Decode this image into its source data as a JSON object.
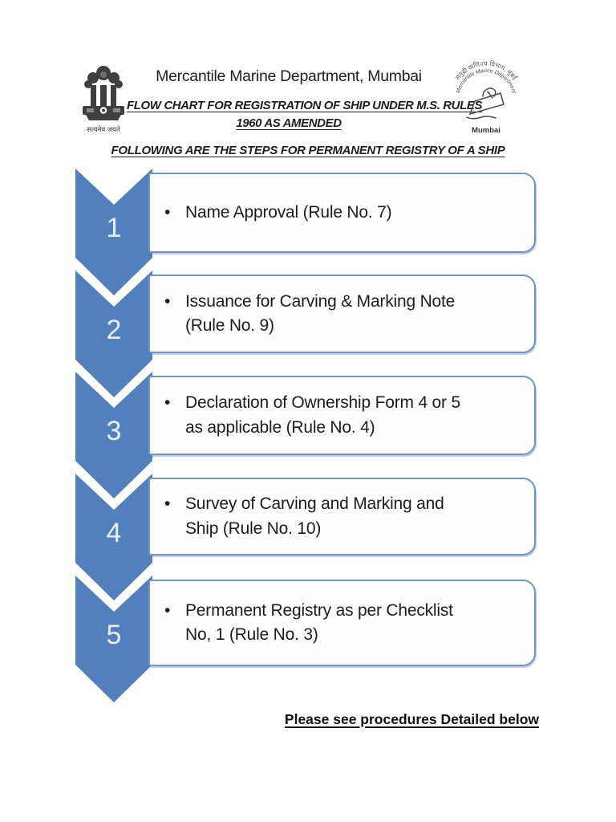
{
  "page": {
    "header": {
      "department_title": "Mercantile Marine Department, Mumbai",
      "flow_chart_title_line1": "FLOW CHART FOR REGISTRATION OF SHIP UNDER M.S. RULES",
      "flow_chart_title_line2": "1960 AS AMENDED",
      "steps_heading": "FOLLOWING ARE THE STEPS FOR PERMANENT REGISTRY OF A SHIP",
      "emblem": {
        "description": "State Emblem of India (Lion Capital of Ashoka)",
        "motto": "सत्यमेव जयते"
      },
      "seal": {
        "hindi_arc": "समुद्री वाणिज्य विभाग, मुंबई",
        "english_arc": "Mercantile Marine Department",
        "city": "Mumbai"
      }
    },
    "steps": [
      {
        "number": "1",
        "bullet": "•",
        "text": "Name Approval (Rule No. 7)",
        "lines": [
          "Name Approval (Rule No. 7)"
        ]
      },
      {
        "number": "2",
        "bullet": "•",
        "text": "Issuance for Carving & Marking Note (Rule No. 9)",
        "lines": [
          "Issuance for Carving & Marking Note",
          "(Rule No. 9)"
        ]
      },
      {
        "number": "3",
        "bullet": "•",
        "text": "Declaration of Ownership Form 4 or 5 as applicable (Rule No. 4)",
        "lines": [
          "Declaration of Ownership Form 4 or 5",
          "as applicable (Rule No. 4)"
        ]
      },
      {
        "number": "4",
        "bullet": "•",
        "text": "Survey of Carving and Marking and Ship (Rule No. 10)",
        "lines": [
          "Survey of Carving and Marking and",
          "Ship (Rule No. 10)"
        ]
      },
      {
        "number": "5",
        "bullet": "•",
        "text": "Permanent Registry as per Checklist No, 1 (Rule No. 3)",
        "lines": [
          "Permanent Registry as per Checklist",
          "No, 1 (Rule No. 3)"
        ]
      }
    ],
    "footer_note": "Please see procedures Detailed below",
    "colors": {
      "chevron_blue": "#5180BD",
      "chevron_number": "#E9EFF7",
      "box_border_blue": "#6F94C5",
      "text_black": "#1C1C1C"
    }
  }
}
